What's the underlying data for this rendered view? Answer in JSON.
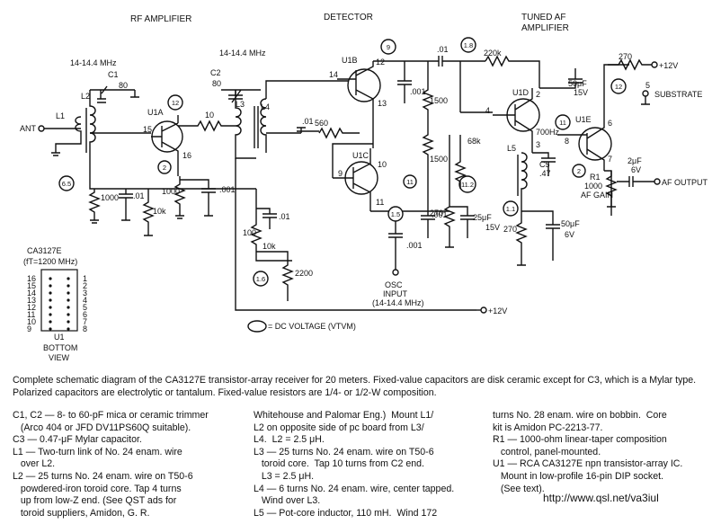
{
  "headers": {
    "rf": "RF AMPLIFIER",
    "det": "DETECTOR",
    "af1": "TUNED  AF",
    "af2": "AMPLIFIER"
  },
  "bubbles": [
    "12",
    "2",
    "6.5",
    "9",
    "1.8",
    "12",
    "11",
    "11.2",
    "1.5",
    "1.6",
    "1.1"
  ],
  "labels": {
    "freq1": "14-14.4 MHz",
    "freq2": "14-14.4 MHz",
    "c1": "C1",
    "c1v": "80",
    "c2": "C2",
    "c2v": "80",
    "l1": "L1",
    "l2": "L2",
    "l3": "L3",
    "l4": "L4",
    "l5": "L5",
    "ant": "ANT",
    "u1a": "U1A",
    "u1b": "U1B",
    "u1c": "U1C",
    "u1d": "U1D",
    "u1e": "U1E",
    "p15": "15",
    "p16": "16",
    "p14": "14",
    "p12": "12",
    "p13": "13",
    "p10": "10",
    "p9": "9",
    "p11": "11",
    "p3": "3",
    "p4": "4",
    "p2": "2",
    "p8": "8",
    "p6": "6",
    "p7": "7",
    "r10": "10",
    "r560": "560",
    "r1000a": "1000",
    "r1000b": "1000",
    "r10k": "10k",
    "c01a": ".01",
    "c001a": ".001",
    "c01b": ".01",
    "c001b": ".001",
    "c01c": ".01",
    "c01d": ".01",
    "r220k": "220k",
    "r1500a": "1500",
    "r1500b": "1500",
    "r68k": "68k",
    "r270a": "270",
    "r270b": "270",
    "r270c": "270",
    "c50uf": "50μF",
    "v15a": "15V",
    "c25uf": "25μF",
    "v15b": "15V",
    "c50uf2": "50μF",
    "v6a": "6V",
    "c2uf": "2μF",
    "v6b": "6V",
    "c5": "C5",
    "c47": ".47",
    "r1": "R1",
    "r1v": "1000",
    "afgain": "AF GAIN",
    "r100": "100",
    "r10k2": "10k",
    "r2200": "2200",
    "c001c": ".001",
    "c001d": ".001",
    "p12v1": "+12V",
    "p12v2": "+12V",
    "substrate": "SUBSTRATE",
    "sub5": "5",
    "afout": "AF OUTPUT",
    "osc1": "OSC",
    "osc2": "INPUT",
    "osc3": "(14-14.4 MHz)",
    "mhz700": "700Hz",
    "ca": "CA3127E",
    "ft": "(fT=1200 MHz)",
    "u1": "U1",
    "bottom": "BOTTOM",
    "view": "VIEW",
    "dcv": "= DC VOLTAGE (VTVM)",
    "pins_left": [
      "16",
      "15",
      "14",
      "13",
      "12",
      "11",
      "10",
      "9"
    ],
    "pins_right": [
      "1",
      "2",
      "3",
      "4",
      "5",
      "6",
      "7",
      "8"
    ]
  },
  "caption": "Complete schematic diagram of the CA3127E transistor-array receiver for 20 meters. Fixed-value capacitors are disk ceramic except for C3, which is a Mylar type. Polarized capacitors are electrolytic or tantalum. Fixed-value resistors are 1/4- or 1/2-W composition.",
  "notes_col1": [
    "C1, C2 — 8- to 60-pF mica or ceramic trimmer",
    "   (Arco 404 or JFD DV11PS60Q suitable).",
    "C3 — 0.47-μF Mylar capacitor.",
    "L1 — Two-turn link of No. 24 enam. wire",
    "   over L2.",
    "L2 — 25 turns No. 24 enam. wire on T50-6",
    "   powdered-iron toroid core. Tap 4 turns",
    "   up from low-Z end. (See QST ads for",
    "   toroid suppliers, Amidon, G. R."
  ],
  "notes_col2": [
    "Whitehouse and Palomar Eng.)  Mount L1/",
    "L2 on opposite side of pc board from L3/",
    "L4.  L2 = 2.5 μH.",
    "L3 — 25 turns No. 24 enam. wire on T50-6",
    "   toroid core.  Tap 10 turns from C2 end.",
    "   L3 = 2.5 μH.",
    "L4 — 6 turns No. 24 enam. wire, center tapped.",
    "   Wind over L3.",
    "L5 — Pot-core inductor, 110 mH.  Wind 172"
  ],
  "notes_col3": [
    "turns No. 28 enam. wire on bobbin.  Core",
    "kit is Amidon PC-2213-77.",
    "R1 — 1000-ohm linear-taper composition",
    "   control, panel-mounted.",
    "U1 — RCA CA3127E npn transistor-array IC.",
    "   Mount in low-profile 16-pin DIP socket.",
    "   (See text)."
  ],
  "url": "http://www.qsl.net/va3iul"
}
